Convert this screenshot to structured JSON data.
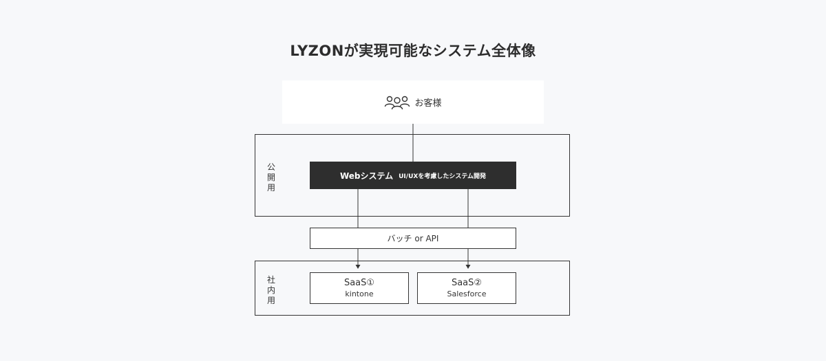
{
  "title": "LYZONが実現可能なシステム全体像",
  "customer": {
    "label": "お客様",
    "icon": "users-icon"
  },
  "zones": {
    "public_label": "公開用",
    "internal_label": "社内用"
  },
  "web_system": {
    "label": "Webシステム",
    "sublabel": "UI/UXを考慮したシステム開発"
  },
  "batch": {
    "label": "バッチ or API"
  },
  "saas": [
    {
      "name": "SaaS①",
      "product": "kintone"
    },
    {
      "name": "SaaS②",
      "product": "Salesforce"
    }
  ],
  "colors": {
    "background": "#f7f8fa",
    "dark_box": "#2e2e2e",
    "line": "#333333",
    "white": "#ffffff"
  }
}
